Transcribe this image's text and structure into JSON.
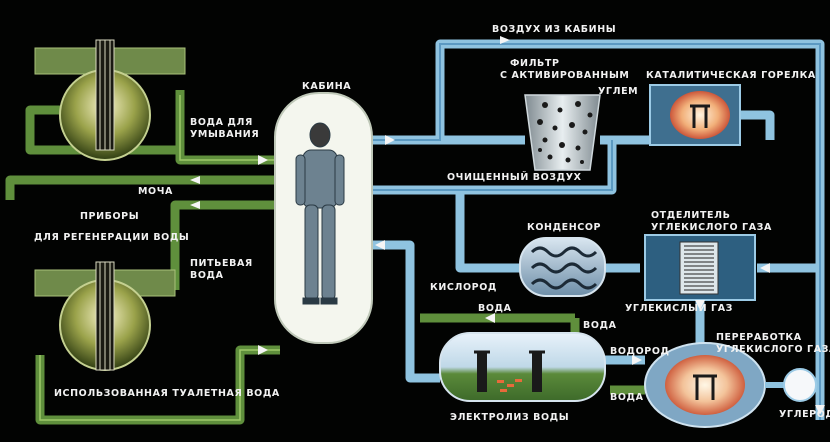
{
  "labels": {
    "cabin_air": "ВОЗДУХ ИЗ КАБИНЫ",
    "filter_line1": "ФИЛЬТР",
    "filter_line2": "С АКТИВИРОВАННЫМ",
    "filter_line3": "УГЛЕМ",
    "catalytic_burner": "КАТАЛИТИЧЕСКАЯ ГОРЕЛКА",
    "cabin": "КАБИНА",
    "wash_water_line1": "ВОДА ДЛЯ",
    "wash_water_line2": "УМЫВАНИЯ",
    "urine": "МОЧА",
    "regen_line1": "ПРИБОРЫ",
    "regen_line2": "ДЛЯ РЕГЕНЕРАЦИИ ВОДЫ",
    "purified_air": "ОЧИЩЕННЫЙ ВОЗДУХ",
    "condenser": "КОНДЕНСОР",
    "co2_separator_line1": "ОТДЕЛИТЕЛЬ",
    "co2_separator_line2": "УГЛЕКИСЛОГО ГАЗА",
    "drinking_line1": "ПИТЬЕВАЯ",
    "drinking_line2": "ВОДА",
    "oxygen": "КИСЛОРОД",
    "co2_gas": "УГЛЕКИСЛЫЙ ГАЗ",
    "water_a": "ВОДА",
    "water_b": "ВОДА",
    "water_c": "ВОДА",
    "hydrogen": "ВОДОРОД",
    "co2_processing_line1": "ПЕРЕРАБОТКА",
    "co2_processing_line2": "УГЛЕКИСЛОГО ГАЗА",
    "used_toilet_water": "ИСПОЛЬЗОВАННАЯ ТУАЛЕТНАЯ ВОДА",
    "electrolysis": "ЭЛЕКТРОЛИЗ ВОДЫ",
    "carbon": "УГЛЕРОД"
  },
  "colors": {
    "air_pipe": "#8fc3e0",
    "water_pipe": "#5f8f3c",
    "background": "#020302",
    "cabin_fill": "#f4f6ee",
    "burner_glow": "#e8653a"
  }
}
